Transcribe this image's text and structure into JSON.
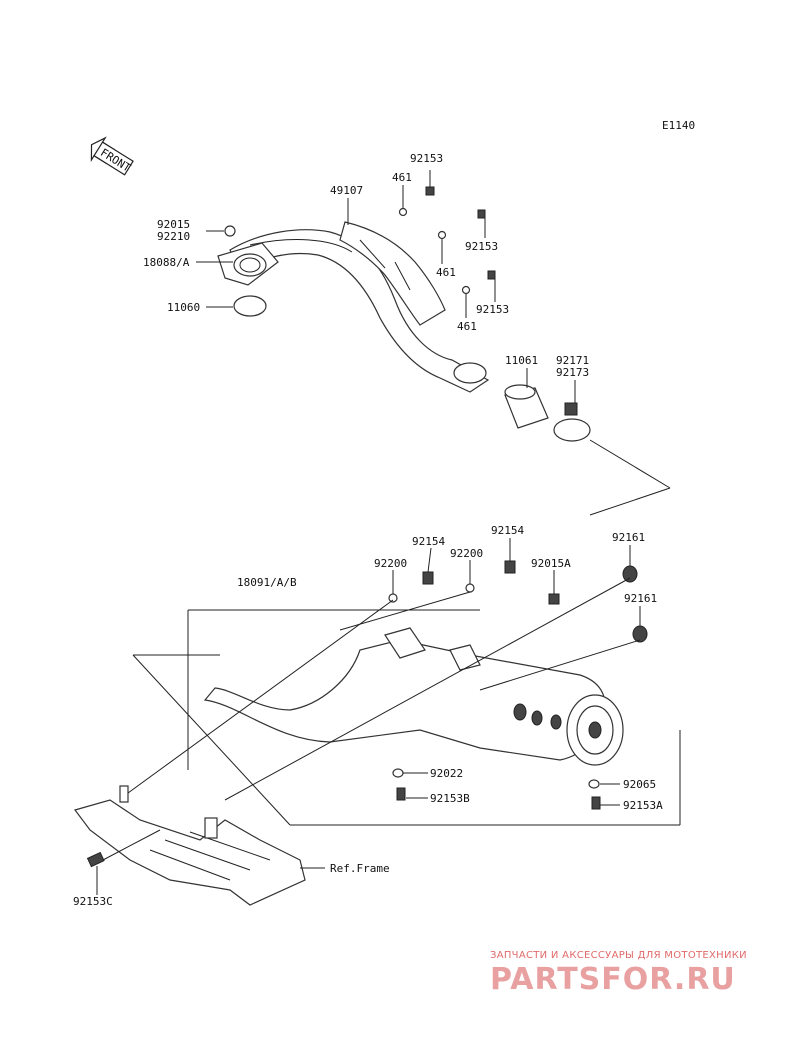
{
  "diagram_code": "E1140",
  "front_label": "FRONT",
  "ref_frame_label": "Ref.Frame",
  "labels": {
    "p92153_top": "92153",
    "p461_top": "461",
    "p49107": "49107",
    "p92015": "92015",
    "p92210": "92210",
    "p18088A": "18088/A",
    "p92153_mid": "92153",
    "p461_mid": "461",
    "p92153_low": "92153",
    "p461_low": "461",
    "p11060": "11060",
    "p11061": "11061",
    "p92171": "92171",
    "p92173": "92173",
    "p92154_a": "92154",
    "p92154_b": "92154",
    "p92200_a": "92200",
    "p92200_b": "92200",
    "p92015A": "92015A",
    "p92161_a": "92161",
    "p92161_b": "92161",
    "p18091AB": "18091/A/B",
    "p92022": "92022",
    "p92153B": "92153B",
    "p92065": "92065",
    "p92153A": "92153A",
    "p92153C": "92153C"
  },
  "watermark": {
    "top_text": "ЗАПЧАСТИ И АКСЕССУАРЫ ДЛЯ МОТОТЕХНИКИ",
    "logo_text": "PARTSFOR.RU"
  }
}
